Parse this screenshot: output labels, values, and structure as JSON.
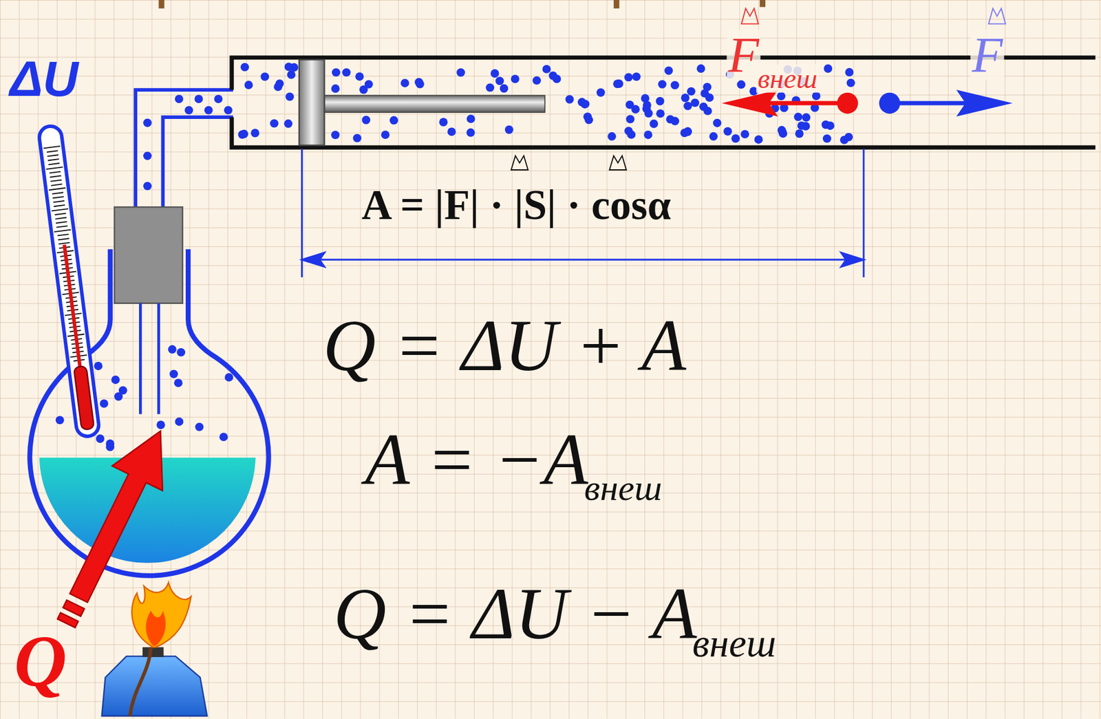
{
  "diagram": {
    "labels": [
      "ΔU",
      "Q",
      "F",
      "внеш",
      "F",
      "A = |F| · |S| · cosα",
      "Q = ΔU + A",
      "A = −A",
      "внеш",
      "Q = ΔU − A",
      "внеш"
    ]
  }
}
